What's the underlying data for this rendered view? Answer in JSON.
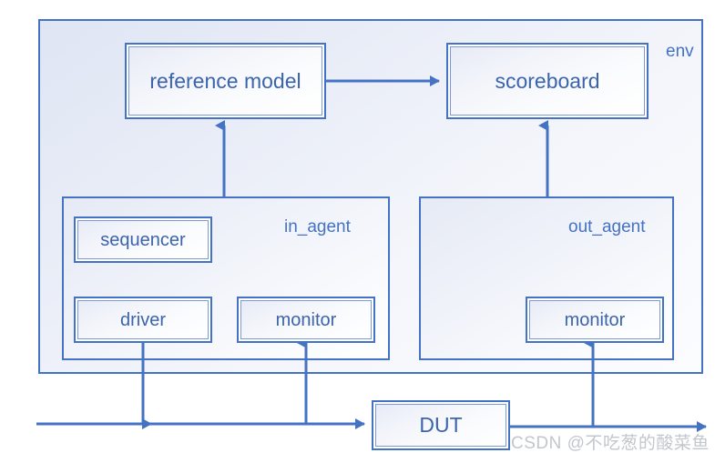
{
  "diagram": {
    "title": "UVM testbench environment block diagram",
    "accent_color": "#4472c4",
    "text_color": "#3b64ad",
    "watermark_color": "#c2c7cc",
    "env": {
      "label": "env"
    },
    "in_agent": {
      "label": "in_agent"
    },
    "out_agent": {
      "label": "out_agent"
    },
    "blocks": {
      "reference_model": "reference model",
      "scoreboard": "scoreboard",
      "sequencer": "sequencer",
      "driver": "driver",
      "in_monitor": "monitor",
      "out_monitor": "monitor",
      "dut": "DUT"
    },
    "watermark": "CSDN @不吃葱的酸菜鱼"
  }
}
